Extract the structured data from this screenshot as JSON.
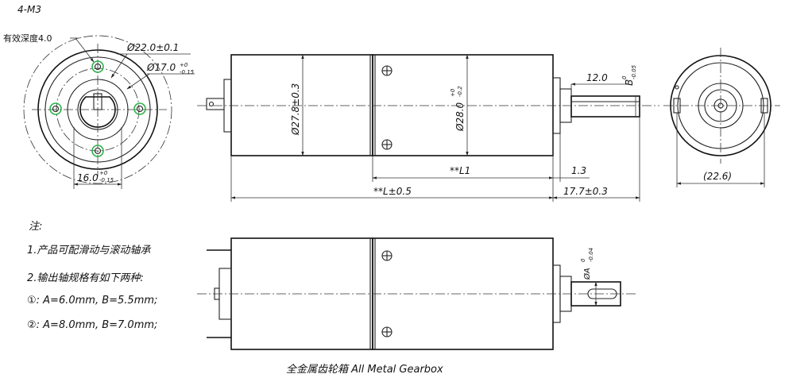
{
  "front_view": {
    "thread_spec": "4-M3",
    "thread_depth": "有效深度4.0",
    "dia_22": "Ø22.0±0.1",
    "dia_17_base": "Ø17.0",
    "dia_17_tol_upper": "+0",
    "dia_17_tol_lower": "-0.15",
    "width_16_base": "16.0",
    "width_16_tol_upper": "+0",
    "width_16_tol_lower": "-0.15"
  },
  "side_view": {
    "dia_motor": "Ø27.8±0.3",
    "dia_gear_base": "Ø28.0",
    "dia_gear_tol_upper": "+0",
    "dia_gear_tol_lower": "-0.2",
    "len_l1": "**L1",
    "len_total": "**L±0.5",
    "shaft_flat": "12.0",
    "shaft_b_base": "B",
    "shaft_b_tol_upper": "0",
    "shaft_b_tol_lower": "-0.05",
    "boss": "1.3",
    "shaft_len": "17.7±0.3"
  },
  "rear_view": {
    "width": "(22.6)"
  },
  "bottom_view": {
    "shaft_a_base": "ØA",
    "shaft_a_tol_upper": "0",
    "shaft_a_tol_lower": "-0.04"
  },
  "notes": {
    "heading": "注:",
    "line1": "1.产品可配滑动与滚动轴承",
    "line2": "2.输出轴规格有如下两种:",
    "line3": "①: A=6.0mm, B=5.5mm;",
    "line4": "②: A=8.0mm, B=7.0mm;"
  },
  "caption": "全金属齿轮箱 All Metal Gearbox"
}
